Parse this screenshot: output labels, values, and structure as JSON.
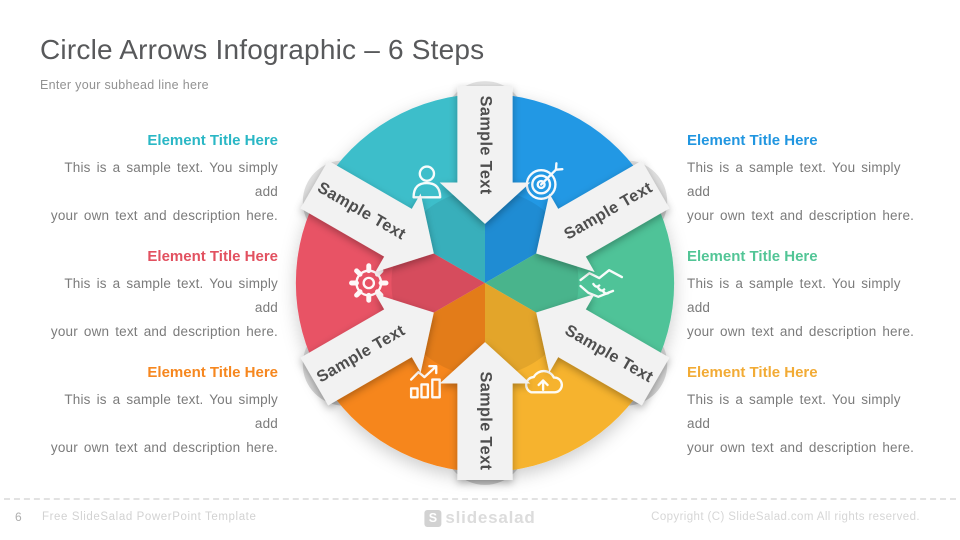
{
  "slide": {
    "title": "Circle Arrows Infographic – 6 Steps",
    "subhead": "Enter your subhead line here"
  },
  "elements": {
    "left": [
      {
        "title": "Element Title Here",
        "title_color": "#2ab7c5",
        "body": [
          "This is a sample text. You simply add",
          "your own text and description here."
        ]
      },
      {
        "title": "Element Title Here",
        "title_color": "#e25160",
        "body": [
          "This is a sample text. You simply add",
          "your own text and description here."
        ]
      },
      {
        "title": "Element Title Here",
        "title_color": "#f6871f",
        "body": [
          "This is a sample text. You simply add",
          "your own text and description here."
        ]
      }
    ],
    "right": [
      {
        "title": "Element Title Here",
        "title_color": "#2196e0",
        "body": [
          "This is a sample text. You simply add",
          "your own text and description here."
        ]
      },
      {
        "title": "Element Title Here",
        "title_color": "#52c596",
        "body": [
          "This is a sample text. You simply add",
          "your own text and description here."
        ]
      },
      {
        "title": "Element Title Here",
        "title_color": "#f2ab35",
        "body": [
          "This is a sample text. You simply add",
          "your own text and description here."
        ]
      }
    ]
  },
  "diagram": {
    "arrow_label": "Sample Text",
    "arrow_color": "#f2f2f2",
    "segments": [
      {
        "name": "target",
        "icon": "target-icon",
        "color": "#2398e4"
      },
      {
        "name": "handshake",
        "icon": "handshake-icon",
        "color": "#4fc398"
      },
      {
        "name": "cloud-upload",
        "icon": "cloud-upload-icon",
        "color": "#f6b32d"
      },
      {
        "name": "growth-chart",
        "icon": "growth-chart-icon",
        "color": "#f6861f"
      },
      {
        "name": "gear",
        "icon": "gear-icon",
        "color": "#e85265"
      },
      {
        "name": "user",
        "icon": "user-icon",
        "color": "#3cbeca"
      }
    ]
  },
  "footer": {
    "page_number": "6",
    "left_text": "Free SlideSalad PowerPoint Template",
    "logo_initial": "S",
    "logo_text": "slidesalad",
    "right_text": "Copyright (C) SlideSalad.com All rights reserved."
  }
}
